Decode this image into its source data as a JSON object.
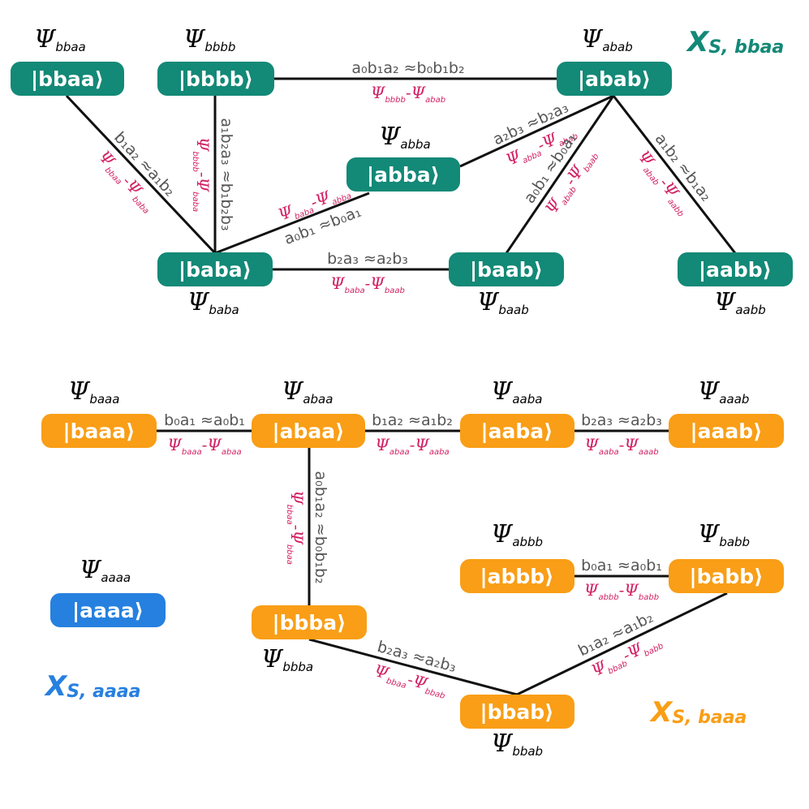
{
  "colors": {
    "teal": "#138977",
    "orange": "#f99e16",
    "blue": "#2680df",
    "magenta": "#d22264",
    "gray": "#555555"
  },
  "groups": [
    {
      "id": "bbaa",
      "label_main": "X",
      "label_s": "S",
      "label_sub": ", bbaa",
      "color": "#138977"
    },
    {
      "id": "aaaa",
      "label_main": "X",
      "label_s": "S",
      "label_sub": ", aaaa",
      "color": "#2680df"
    },
    {
      "id": "baaa",
      "label_main": "X",
      "label_s": "S",
      "label_sub": ", baaa",
      "color": "#f99e16"
    }
  ],
  "nodes": [
    {
      "id": "bbaa",
      "ket": "|bbaa⟩",
      "psi": "Ψ",
      "psi_sub": "bbaa",
      "color": "#138977"
    },
    {
      "id": "bbbb",
      "ket": "|bbbb⟩",
      "psi": "Ψ",
      "psi_sub": "bbbb",
      "color": "#138977"
    },
    {
      "id": "abab",
      "ket": "|abab⟩",
      "psi": "Ψ",
      "psi_sub": "abab",
      "color": "#138977"
    },
    {
      "id": "abba",
      "ket": "|abba⟩",
      "psi": "Ψ",
      "psi_sub": "abba",
      "color": "#138977"
    },
    {
      "id": "baba",
      "ket": "|baba⟩",
      "psi": "Ψ",
      "psi_sub": "baba",
      "color": "#138977"
    },
    {
      "id": "baab",
      "ket": "|baab⟩",
      "psi": "Ψ",
      "psi_sub": "baab",
      "color": "#138977"
    },
    {
      "id": "aabb",
      "ket": "|aabb⟩",
      "psi": "Ψ",
      "psi_sub": "aabb",
      "color": "#138977"
    },
    {
      "id": "baaa",
      "ket": "|baaa⟩",
      "psi": "Ψ",
      "psi_sub": "baaa",
      "color": "#f99e16"
    },
    {
      "id": "abaa",
      "ket": "|abaa⟩",
      "psi": "Ψ",
      "psi_sub": "abaa",
      "color": "#f99e16"
    },
    {
      "id": "aaba",
      "ket": "|aaba⟩",
      "psi": "Ψ",
      "psi_sub": "aaba",
      "color": "#f99e16"
    },
    {
      "id": "aaab",
      "ket": "|aaab⟩",
      "psi": "Ψ",
      "psi_sub": "aaab",
      "color": "#f99e16"
    },
    {
      "id": "abbb",
      "ket": "|abbb⟩",
      "psi": "Ψ",
      "psi_sub": "abbb",
      "color": "#f99e16"
    },
    {
      "id": "babb",
      "ket": "|babb⟩",
      "psi": "Ψ",
      "psi_sub": "babb",
      "color": "#f99e16"
    },
    {
      "id": "bbba",
      "ket": "|bbba⟩",
      "psi": "Ψ",
      "psi_sub": "bbba",
      "color": "#f99e16"
    },
    {
      "id": "bbab",
      "ket": "|bbab⟩",
      "psi": "Ψ",
      "psi_sub": "bbab",
      "color": "#f99e16"
    },
    {
      "id": "aaaa",
      "ket": "|aaaa⟩",
      "psi": "Ψ",
      "psi_sub": "aaaa",
      "color": "#2680df"
    }
  ],
  "edges": [
    {
      "from": "bbbb",
      "to": "abab",
      "condition": "a₀b₁a₂ ≈b₀b₁b₂",
      "diff_a": "bbbb",
      "diff_b": "abab"
    },
    {
      "from": "bbaa",
      "to": "baba",
      "condition": "b₁a₂ ≈a₁b₂",
      "diff_a": "bbaa",
      "diff_b": "baba"
    },
    {
      "from": "bbbb",
      "to": "baba",
      "condition": "a₁b₂a₃ ≈b₁b₂b₃",
      "diff_a": "bbbb",
      "diff_b": "baba"
    },
    {
      "from": "baba",
      "to": "abba",
      "condition": "a₀b₁ ≈b₀a₁",
      "diff_a": "baba",
      "diff_b": "abba"
    },
    {
      "from": "abba",
      "to": "abab",
      "condition": "a₂b₃ ≈b₂a₃",
      "diff_a": "abba",
      "diff_b": "abab"
    },
    {
      "from": "abab",
      "to": "baab",
      "condition": "a₀b₁ ≈b₀a₁",
      "diff_a": "abab",
      "diff_b": "baab"
    },
    {
      "from": "abab",
      "to": "aabb",
      "condition": "a₁b₂ ≈b₁a₂",
      "diff_a": "abab",
      "diff_b": "aabb"
    },
    {
      "from": "baba",
      "to": "baab",
      "condition": "b₂a₃ ≈a₂b₃",
      "diff_a": "baba",
      "diff_b": "baab"
    },
    {
      "from": "baaa",
      "to": "abaa",
      "condition": "b₀a₁ ≈a₀b₁",
      "diff_a": "baaa",
      "diff_b": "abaa"
    },
    {
      "from": "abaa",
      "to": "aaba",
      "condition": "b₁a₂ ≈a₁b₂",
      "diff_a": "abaa",
      "diff_b": "aaba"
    },
    {
      "from": "aaba",
      "to": "aaab",
      "condition": "b₂a₃ ≈a₂b₃",
      "diff_a": "aaba",
      "diff_b": "aaab"
    },
    {
      "from": "abaa",
      "to": "bbba",
      "condition": "a₀b₁a₂ ≈b₀b₁b₂",
      "diff_a": "bbaa",
      "diff_b": "bbaa"
    },
    {
      "from": "abbb",
      "to": "babb",
      "condition": "b₀a₁ ≈a₀b₁",
      "diff_a": "abbb",
      "diff_b": "babb"
    },
    {
      "from": "bbba",
      "to": "bbab",
      "condition": "b₂a₃ ≈a₂b₃",
      "diff_a": "bbaa",
      "diff_b": "bbab"
    },
    {
      "from": "bbab",
      "to": "babb",
      "condition": "b₁a₂ ≈a₁b₂",
      "diff_a": "bbab",
      "diff_b": "babb"
    }
  ]
}
